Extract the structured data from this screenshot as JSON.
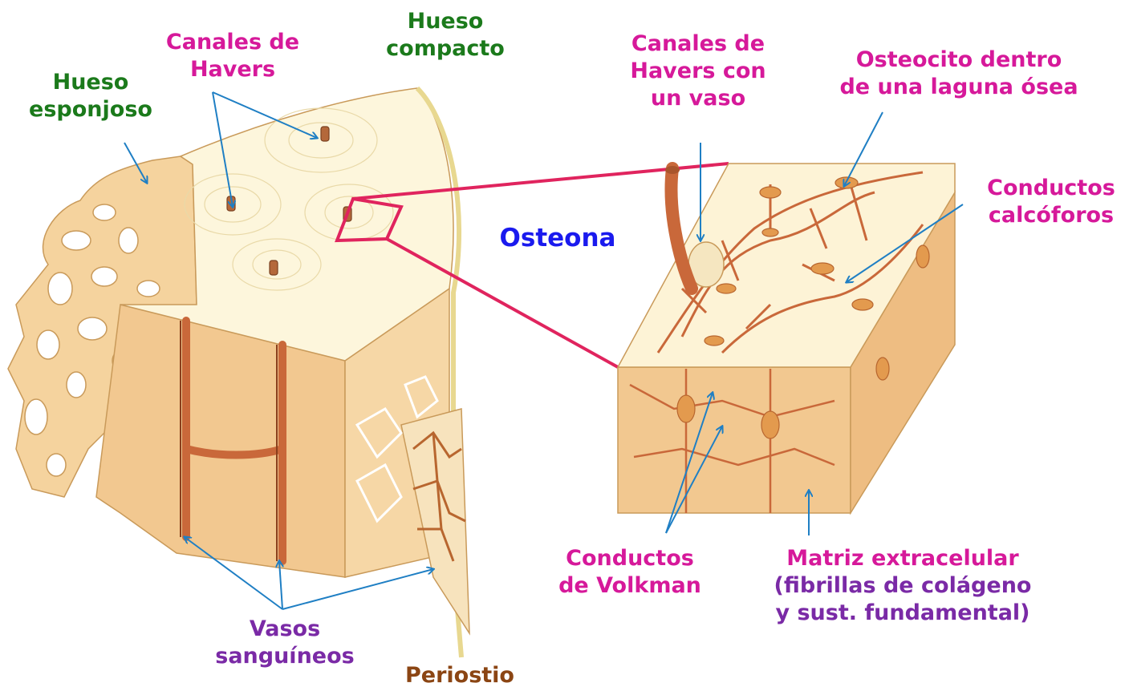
{
  "labels": {
    "hueso_esponjoso": [
      "Hueso",
      "esponjoso"
    ],
    "canales_havers": [
      "Canales de",
      "Havers"
    ],
    "hueso_compacto": [
      "Hueso",
      "compacto"
    ],
    "canales_havers_vaso": [
      "Canales de",
      "Havers con",
      "un vaso"
    ],
    "osteocito": [
      "Osteocito dentro",
      "de una laguna ósea"
    ],
    "conductos_calcoforos": [
      "Conductos",
      "calcóforos"
    ],
    "osteona": "Osteona",
    "conductos_volkman": [
      "Conductos",
      "de Volkman"
    ],
    "matriz": [
      "Matriz extracelular",
      "(fibrillas de colágeno",
      "y sust. fundamental)"
    ],
    "vasos": [
      "Vasos",
      "sanguíneos"
    ],
    "periostio": "Periostio"
  },
  "colors": {
    "green_label": "#1b7a1b",
    "magenta_label": "#d6199a",
    "purple_label": "#7a2aa6",
    "brown_label": "#8b4513",
    "blue_label": "#1a1aee",
    "pointer_arrow": "#1f7fc4",
    "zoom_outline": "#e0245e",
    "bone_tan": "#f2c890",
    "bone_top": "#fdf6dc",
    "vessel": "#c9683a"
  }
}
